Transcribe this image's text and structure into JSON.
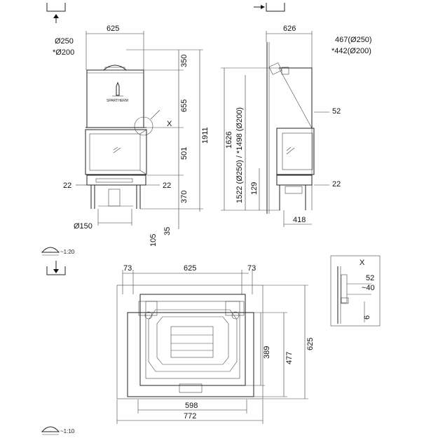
{
  "views": {
    "front": {
      "width": "625",
      "flue_250": "Ø250",
      "flue_200": "*Ø200",
      "h_350": "350",
      "h_655": "655",
      "h_501": "501",
      "h_370": "370",
      "h_1911": "1911",
      "h_105": "105",
      "h_35": "35",
      "leg_left": "22",
      "leg_right": "22",
      "pipe": "Ø150",
      "detail_mark": "X",
      "brand": "SPARTHERM"
    },
    "side": {
      "width": "626",
      "top_250": "467(Ø250)",
      "top_200": "*442(Ø200)",
      "dim_52": "52",
      "dim_22": "22",
      "dim_418": "418",
      "h_1626": "1626",
      "h_1522": "1522 (Ø250) / *1498 (Ø200)",
      "h_129": "129"
    },
    "plan": {
      "left_73": "73",
      "width": "625",
      "right_73": "73",
      "d_389": "389",
      "d_477": "477",
      "d_625": "625",
      "w_598": "598",
      "w_772": "772"
    },
    "detail": {
      "mark": "X",
      "d_52": "52",
      "d_40": "~40",
      "d_6": "6"
    },
    "scales": {
      "upper": "~1:20",
      "lower": "~1:10"
    }
  }
}
